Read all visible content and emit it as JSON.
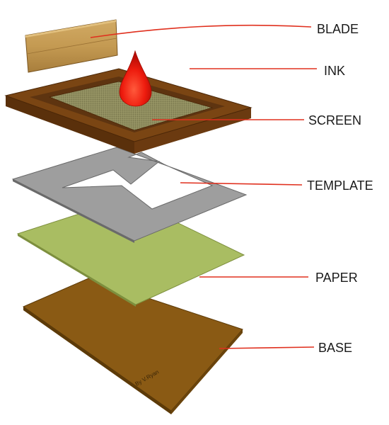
{
  "labels": {
    "blade": "BLADE",
    "ink": "INK",
    "screen": "SCREEN",
    "template": "TEMPLATE",
    "paper": "PAPER",
    "base": "BASE"
  },
  "signature": "By V.Ryan",
  "colors": {
    "leader": "#e0301e",
    "ink": "#ee1c0e",
    "blade": "#c49a52",
    "frame": "#7a4513",
    "mesh": "#8c8a5c",
    "template": "#9e9e9e",
    "paper": "#a9bd62",
    "base": "#8a5a14"
  }
}
